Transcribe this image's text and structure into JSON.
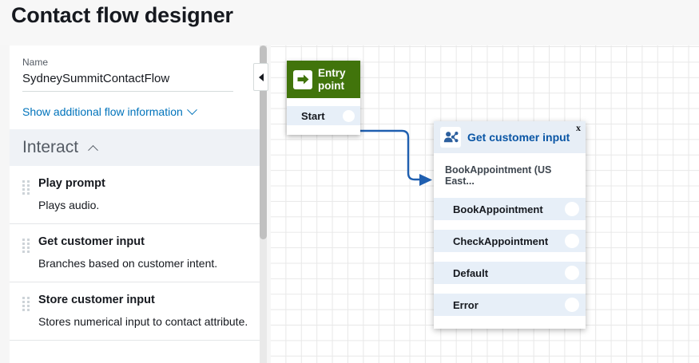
{
  "page": {
    "title": "Contact flow designer",
    "background": "#f7f7f7"
  },
  "colors": {
    "link": "#0073bb",
    "entry_node_header": "#41740b",
    "block_node_header": "#e7eef6",
    "block_title": "#0a56a5",
    "connector": "#1f5fb0",
    "port_row": "#e7eff8"
  },
  "left_panel": {
    "name_label": "Name",
    "name_value": "SydneySummitContactFlow",
    "additional_info_link": "Show additional flow information",
    "chevron_down_icon": "chevron-down-icon",
    "section": {
      "title": "Interact",
      "collapse_icon": "chevron-up-icon",
      "expanded": true
    },
    "blocks": [
      {
        "title": "Play prompt",
        "description": "Plays audio.",
        "handle_icon": "drag-handle-icon"
      },
      {
        "title": "Get customer input",
        "description": "Branches based on customer intent.",
        "handle_icon": "drag-handle-icon"
      },
      {
        "title": "Store customer input",
        "description": "Stores numerical input to contact attribute.",
        "handle_icon": "drag-handle-icon"
      }
    ],
    "collapse_handle_icon": "triangle-left-icon",
    "scrollbar": "vertical-scrollbar"
  },
  "canvas": {
    "grid": true,
    "nodes": [
      {
        "id": "entry-point",
        "type": "entry",
        "header_label": "Entry\npoint",
        "header_label_line1": "Entry",
        "header_label_line2": "point",
        "icon": "arrow-right-icon",
        "ports": [
          {
            "label": "Start",
            "connector_icon": "port-dot"
          }
        ]
      },
      {
        "id": "get-customer-input",
        "type": "block",
        "header_title": "Get customer input",
        "icon": "customer-input-icon",
        "close_label": "x",
        "subtitle": "BookAppointment (US East...",
        "ports": [
          {
            "label": "BookAppointment",
            "connector_icon": "port-dot"
          },
          {
            "label": "CheckAppointment",
            "connector_icon": "port-dot"
          },
          {
            "label": "Default",
            "connector_icon": "port-dot"
          },
          {
            "label": "Error",
            "connector_icon": "port-dot"
          }
        ]
      }
    ],
    "connection": {
      "from": "entry-point.Start",
      "to": "get-customer-input",
      "arrow_icon": "arrow-head-icon"
    }
  }
}
